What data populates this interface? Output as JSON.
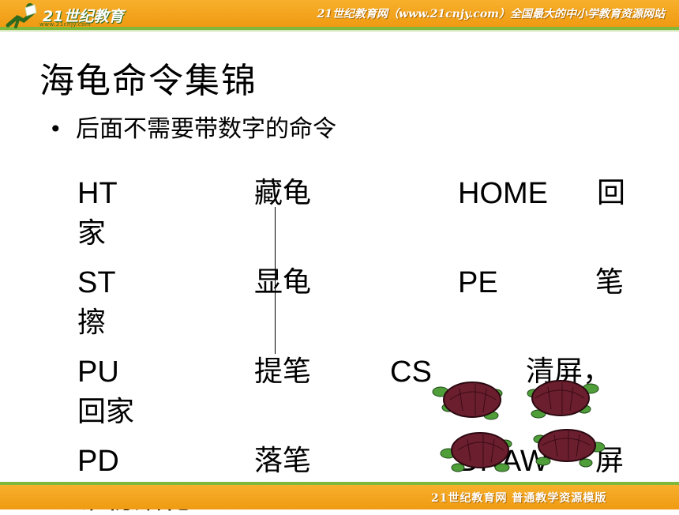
{
  "header": {
    "logo_text": "21世纪教育",
    "logo_url": "www.21cnjy.com",
    "slogan": "21世纪教育网（www.21cnjy.com）全国最大的中小学教育资源网站"
  },
  "slide": {
    "title": "海龟命令集锦",
    "bullet": "后面不需要带数字的命令",
    "bullet_symbol": "•",
    "rows": [
      {
        "cmd1": "HT",
        "desc1": "藏龟",
        "cmd2": "HOME",
        "desc2a": "回",
        "wrap": "家"
      },
      {
        "cmd1": "ST",
        "desc1": "显龟",
        "cmd2": "PE",
        "desc2a": "笔",
        "wrap": "擦"
      },
      {
        "cmd1": "PU",
        "desc1": "提笔",
        "cmd2": "CS",
        "desc2a": "清屏，",
        "wrap": "回家"
      },
      {
        "cmd1": "PD",
        "desc1": "落笔",
        "cmd2": "DRAW",
        "desc2a": "屏",
        "wrap": "幕初始化"
      }
    ]
  },
  "footer": {
    "text": "21世纪教育网   普通教学资源模版"
  },
  "colors": {
    "header_orange": "#f09a12",
    "header_green": "#7fb83a",
    "turtle_shell": "#6b1e2e",
    "turtle_skin": "#4f9e3a"
  }
}
